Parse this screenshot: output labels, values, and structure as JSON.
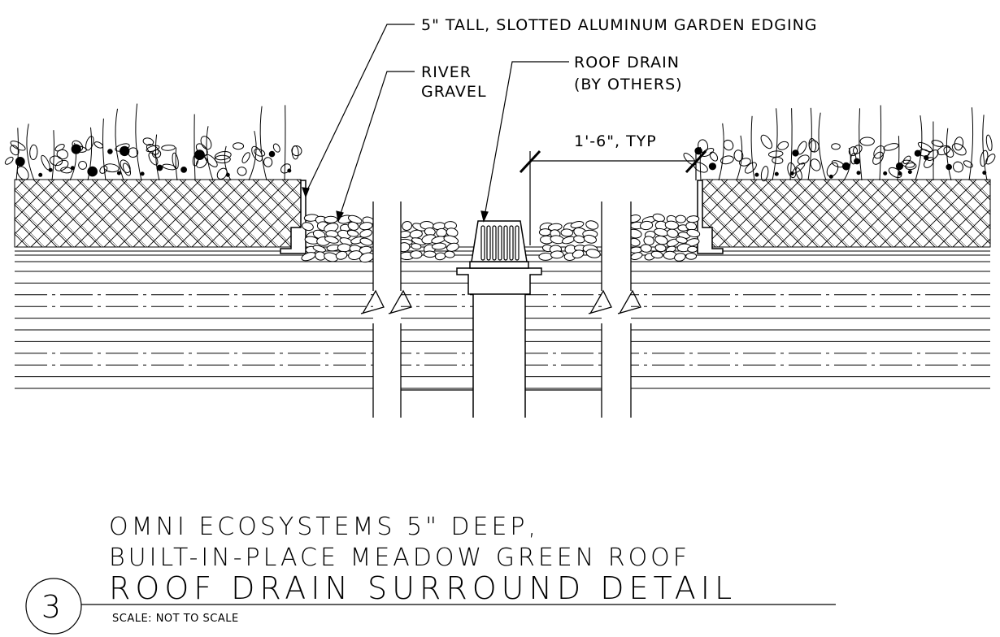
{
  "callouts": {
    "edging": "5\" TALL, SLOTTED ALUMINUM GARDEN EDGING",
    "gravel_line1": "RIVER",
    "gravel_line2": "GRAVEL",
    "drain_line1": "ROOF DRAIN",
    "drain_line2": "(BY OTHERS)",
    "dimension": "1'-6\", TYP"
  },
  "title_block": {
    "number": "3",
    "line1": "OMNI ECOSYSTEMS 5\" DEEP,",
    "line2": "BUILT-IN-PLACE MEADOW GREEN ROOF",
    "line3": "ROOF DRAIN SURROUND DETAIL",
    "scale": "SCALE: NOT TO SCALE"
  }
}
